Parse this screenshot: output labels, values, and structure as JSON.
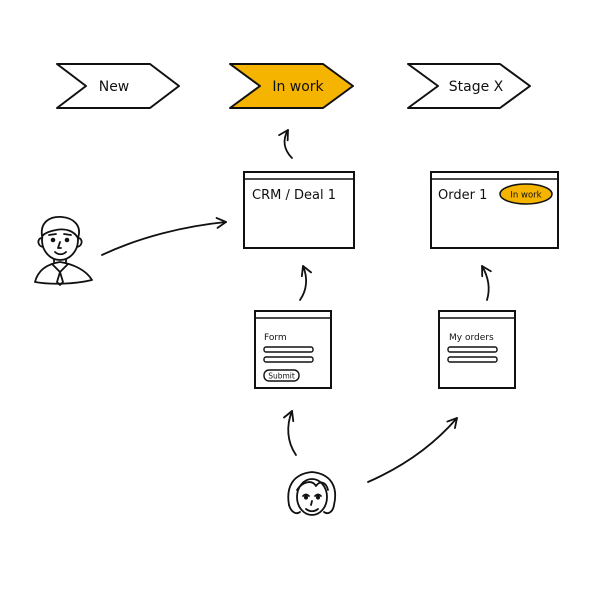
{
  "stages": [
    {
      "label": "New",
      "active": false
    },
    {
      "label": "In work",
      "active": true
    },
    {
      "label": "Stage X",
      "active": false
    }
  ],
  "crm_window": {
    "title": "CRM / Deal 1"
  },
  "order_window": {
    "title": "Order 1",
    "badge": "In work"
  },
  "form_window": {
    "title": "Form",
    "button_label": "Submit"
  },
  "orders_window": {
    "title": "My orders"
  },
  "colors": {
    "active_stage": "#f5b400",
    "badge": "#f5b400",
    "ink": "#111111",
    "skin": "#ffffff"
  },
  "icons": {
    "manager": "man-avatar-icon",
    "customer": "woman-avatar-icon"
  }
}
